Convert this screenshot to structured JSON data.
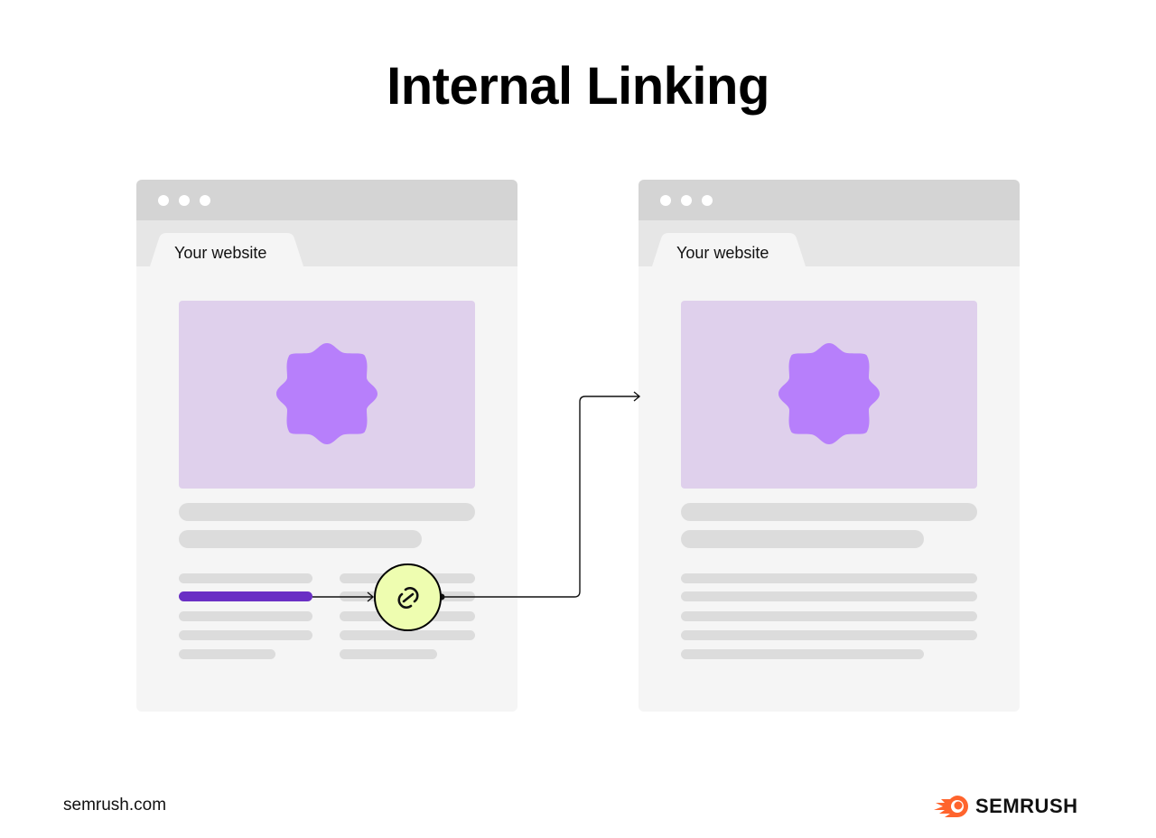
{
  "title": "Internal Linking",
  "browsers": [
    {
      "id": "source",
      "tab_label": "Your website"
    },
    {
      "id": "target",
      "tab_label": "Your website"
    }
  ],
  "link_icon": "link-icon",
  "colors": {
    "hero_bg": "#dfd0ec",
    "flower": "#b77ffb",
    "active_link": "#6a2fc4",
    "link_badge": "#eefdb0",
    "placeholder_bar": "#dcdcdc",
    "brand_orange": "#ff642d"
  },
  "footer": {
    "domain": "semrush.com",
    "brand": "SEMRUSH"
  }
}
